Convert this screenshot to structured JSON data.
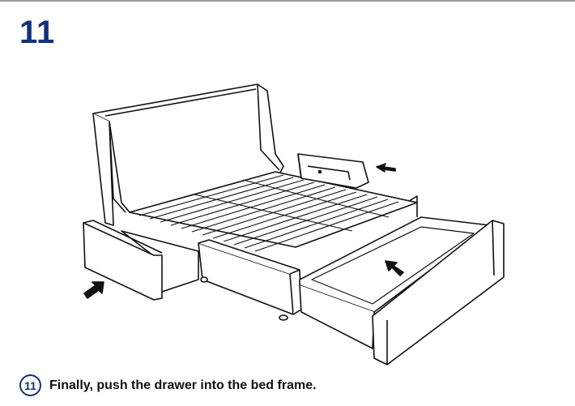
{
  "step": {
    "number": "11",
    "badge": "11",
    "instruction": "Finally, push the drawer into the bed frame."
  },
  "colors": {
    "accent": "#13317a",
    "text": "#111111"
  },
  "illustration": {
    "icons": [
      "bed-frame-illustration",
      "arrow-icon"
    ]
  }
}
